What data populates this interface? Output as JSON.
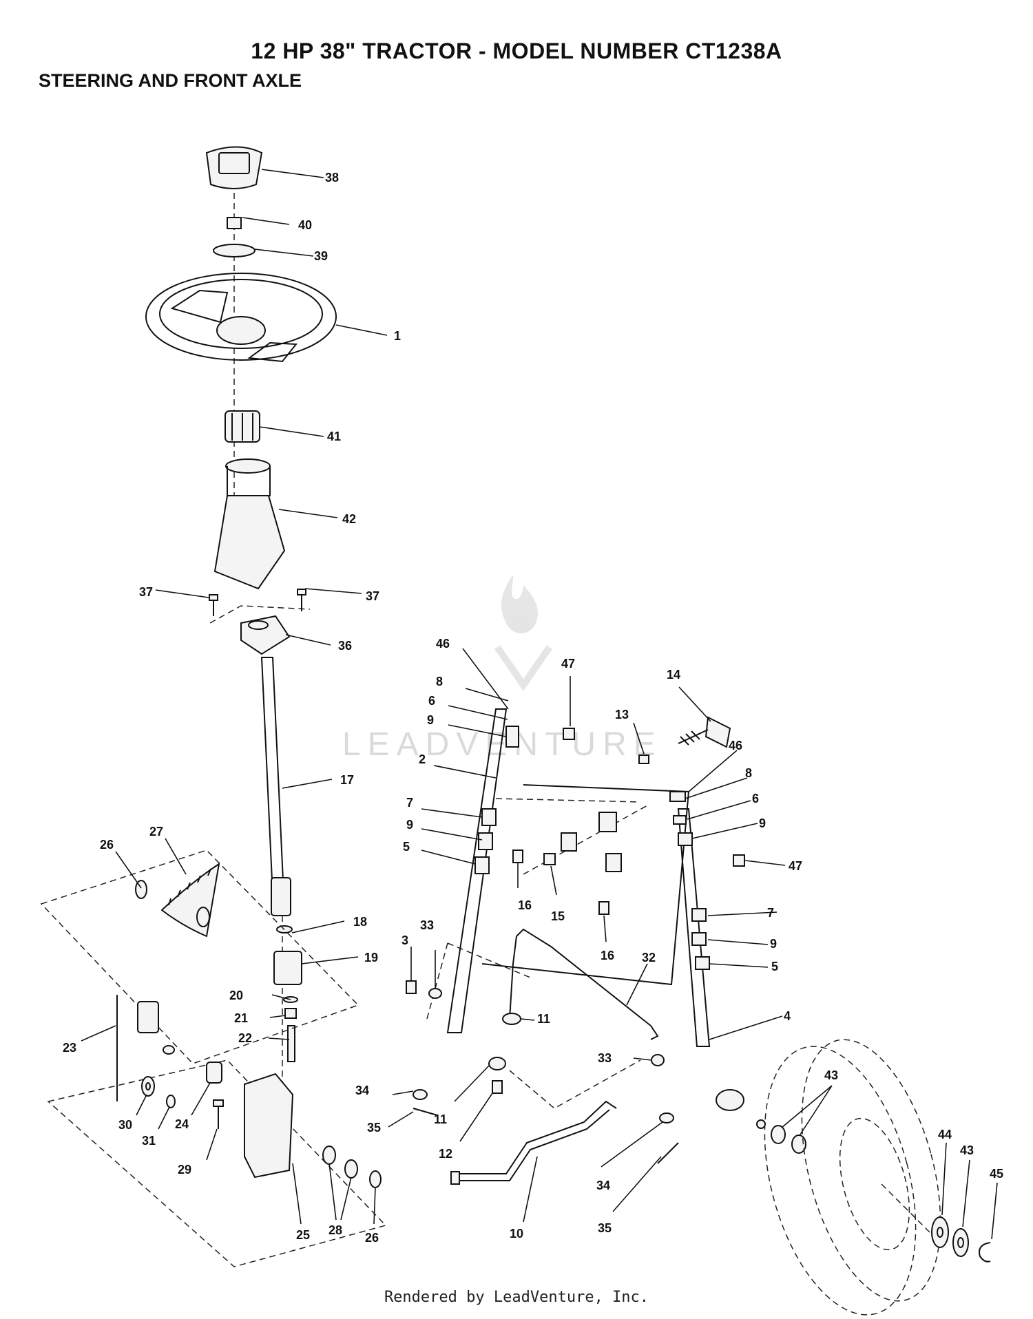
{
  "header": {
    "title": "12 HP 38\" TRACTOR - MODEL NUMBER CT1238A",
    "subtitle": "STEERING AND FRONT AXLE"
  },
  "watermark": "LEADVENTURE",
  "footer": "Rendered by LeadVenture, Inc.",
  "callouts": [
    "38",
    "40",
    "39",
    "1",
    "41",
    "42",
    "37",
    "37",
    "36",
    "17",
    "18",
    "19",
    "20",
    "21",
    "22",
    "26",
    "27",
    "23",
    "30",
    "31",
    "24",
    "29",
    "25",
    "28",
    "26",
    "46",
    "8",
    "6",
    "9",
    "2",
    "7",
    "9",
    "5",
    "47",
    "14",
    "13",
    "46",
    "8",
    "6",
    "9",
    "47",
    "16",
    "15",
    "16",
    "3",
    "33",
    "11",
    "32",
    "7",
    "9",
    "5",
    "4",
    "33",
    "34",
    "35",
    "11",
    "12",
    "34",
    "35",
    "10",
    "43",
    "44",
    "43",
    "45"
  ]
}
